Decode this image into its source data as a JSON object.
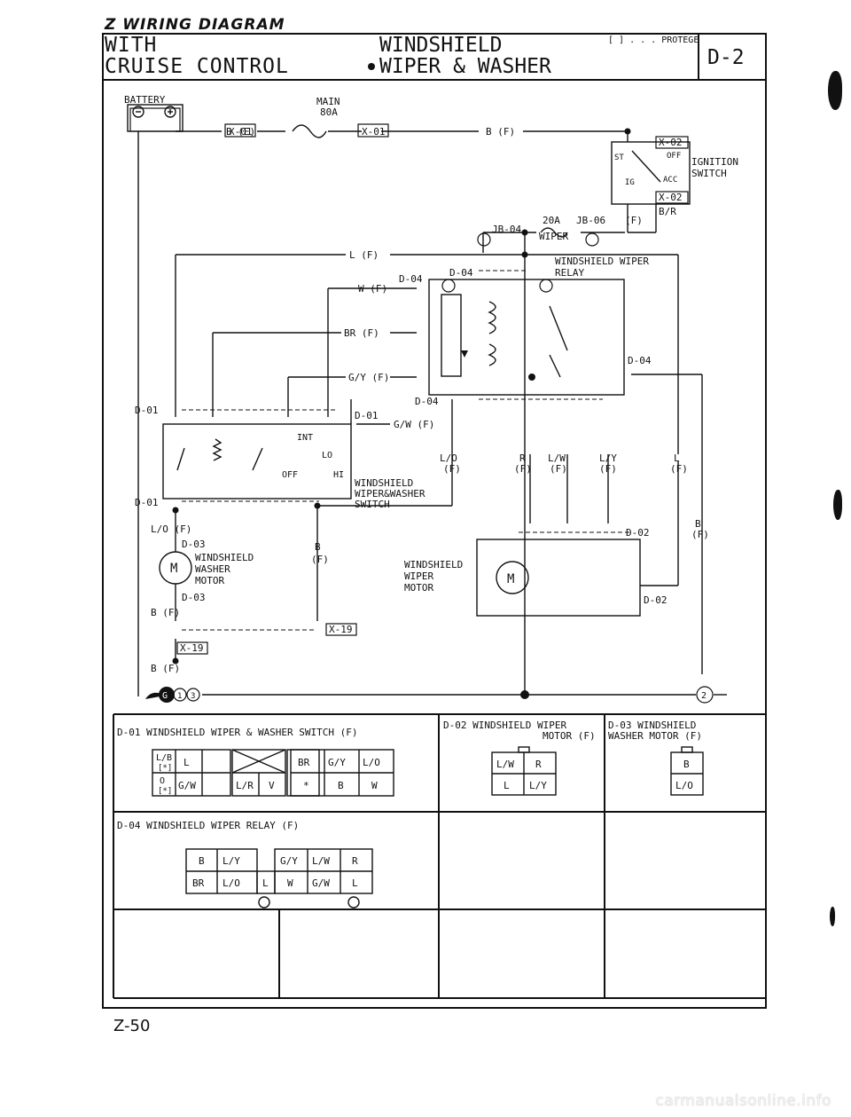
{
  "header": {
    "section": "Z  WIRING DIAGRAM",
    "left_line1": "WITH",
    "left_line2": "CRUISE CONTROL",
    "center_line1": "WINDSHIELD",
    "center_line2": "WIPER & WASHER",
    "model": "[ ] . . . PROTEGE",
    "code": "D-2"
  },
  "diagram": {
    "battery": "BATTERY",
    "main_fuse": "MAIN",
    "main_fuse_rating": "80A",
    "wire_be": "B (E)",
    "wire_bf": "B (F)",
    "x01": "X-01",
    "x02": "X-02",
    "ignition_switch_1": "IGNITION",
    "ignition_switch_2": "SWITCH",
    "sw_st": "ST",
    "sw_off": "OFF",
    "sw_ig": "IG",
    "sw_acc": "ACC",
    "wire_br_top": "B/R",
    "fuse_20a": "20A",
    "jb06": "JB-06",
    "jb06_f": "(F)",
    "jb04": "JB-04",
    "wiper_fuse": "WIPER",
    "wire_l": "L (F)",
    "wire_w": "W (F)",
    "wire_br": "BR (F)",
    "wire_gy": "G/Y (F)",
    "wire_gw": "G/W (F)",
    "d04": "D-04",
    "d01": "D-01",
    "d02": "D-02",
    "d03": "D-03",
    "relay_1": "WINDSHIELD WIPER",
    "relay_2": "RELAY",
    "sw_int": "INT",
    "sw_lo": "LO",
    "sw_hi": "HI",
    "sw_off2": "OFF",
    "switch_1": "WINDSHIELD",
    "switch_2": "WIPER&WASHER",
    "switch_3": "SWITCH",
    "wire_lo": "L/O",
    "wire_r": "R",
    "wire_lw": "L/W",
    "wire_ly": "L/Y",
    "wire_l2": "L",
    "wire_b": "B",
    "f": "(F)",
    "wire_lof": "L/O (F)",
    "washer_1": "WINDSHIELD",
    "washer_2": "WASHER",
    "washer_3": "MOTOR",
    "motor_letter": "M",
    "wiper_motor_1": "WINDSHIELD",
    "wiper_motor_2": "WIPER",
    "wiper_motor_3": "MOTOR",
    "x19": "X-19",
    "ground": "G",
    "ground_1": "1",
    "ground_3": "3",
    "circle_2": "2",
    "wire_bf2": "B (F)"
  },
  "connectors": {
    "d01_title": "D-01 WINDSHIELD WIPER & WASHER SWITCH (F)",
    "d01_pins_left": [
      "L/B",
      "[*]",
      "L",
      "O",
      "[*]",
      "G/W",
      "L/R",
      "V"
    ],
    "d01_pins_right": [
      "BR",
      "G/Y",
      "L/O",
      "*",
      "B",
      "W"
    ],
    "d02_title_1": "D-02 WINDSHIELD WIPER",
    "d02_title_2": "MOTOR (F)",
    "d02_pins": [
      "L/W",
      "R",
      "L",
      "L/Y"
    ],
    "d03_title_1": "D-03 WINDSHIELD",
    "d03_title_2": "WASHER MOTOR (F)",
    "d03_pins": [
      "B",
      "L/O"
    ],
    "d04_title": "D-04 WINDSHIELD WIPER RELAY (F)",
    "d04_pins_left": [
      "B",
      "L/Y",
      "BR",
      "L/O",
      "L"
    ],
    "d04_pins_right": [
      "G/Y",
      "L/W",
      "R",
      "W",
      "G/W",
      "L"
    ]
  },
  "footer": {
    "page": "Z-50",
    "site": "carmanualsonline.info"
  }
}
